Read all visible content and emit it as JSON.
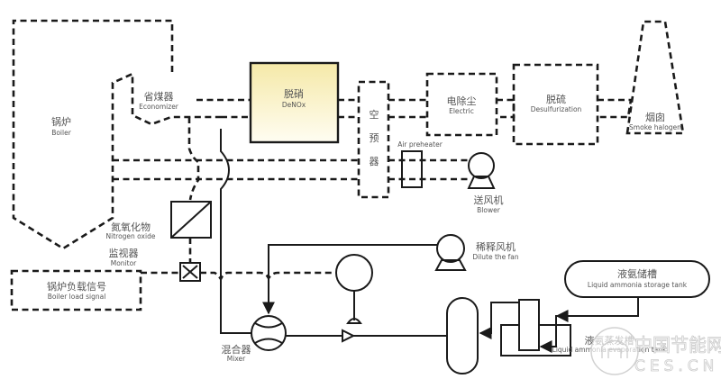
{
  "title": "SCR Denitrification Process Flow",
  "colors": {
    "line": "#1a1a1a",
    "label": "#555555",
    "denox_fill_top": "#f7edb5",
    "denox_fill_bottom": "#fffdf0"
  },
  "components": {
    "boiler": {
      "cn": "锅炉",
      "en": "Boiler"
    },
    "economizer": {
      "cn": "省煤器",
      "en": "Economizer"
    },
    "denox": {
      "cn": "脱硝",
      "en": "DeNOx"
    },
    "air_preheater": {
      "cn_chars": [
        "空",
        "预",
        "器"
      ],
      "en": "Air preheater"
    },
    "electric": {
      "cn": "电除尘",
      "en": "Electric"
    },
    "desulfurization": {
      "cn": "脱硫",
      "en": "Desulfurization"
    },
    "chimney": {
      "cn": "烟囱",
      "en": "Smoke halogen"
    },
    "blower": {
      "cn": "送风机",
      "en": "Blower"
    },
    "nitrogen_oxide": {
      "cn": "氮氧化物",
      "en": "Nitrogen oxide"
    },
    "monitor": {
      "cn": "监视器",
      "en": "Monitor"
    },
    "boiler_load": {
      "cn": "锅炉负载信号",
      "en": "Boiler load signal"
    },
    "dilute_fan": {
      "cn": "稀释风机",
      "en": "Dilute the fan"
    },
    "storage_tank": {
      "cn": "液氨储槽",
      "en": "Liquid ammonia storage tank"
    },
    "evaporation_tank": {
      "cn": "液氨蒸发槽",
      "en": "Liquid ammonia evaporation tank"
    },
    "mixer": {
      "cn": "混合器",
      "en": "Mixer"
    }
  },
  "watermark": {
    "cn": "中国节能网",
    "en": "CES.CN"
  }
}
